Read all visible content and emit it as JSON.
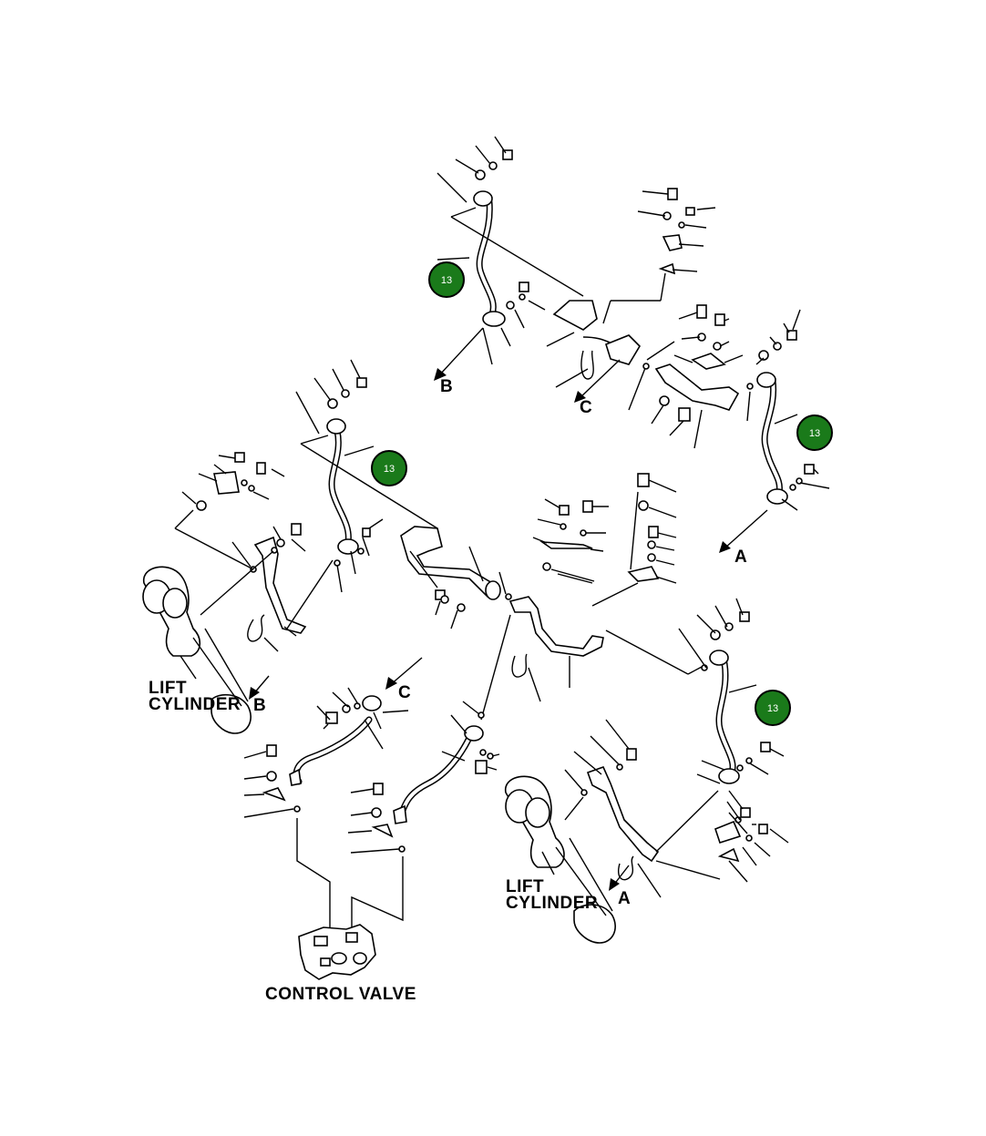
{
  "labels": {
    "lift_cylinder_left_line1": "LIFT",
    "lift_cylinder_left_line2": "CYLINDER",
    "lift_cylinder_right_line1": "LIFT",
    "lift_cylinder_right_line2": "CYLINDER",
    "control_valve": "CONTROL VALVE"
  },
  "arrow_refs": {
    "b_top": "B",
    "c_top": "C",
    "a_mid_right": "A",
    "b_left": "B",
    "c_mid": "C",
    "a_bottom": "A"
  },
  "callouts": [
    {
      "id": "callout-1",
      "number": "13"
    },
    {
      "id": "callout-2",
      "number": "13"
    },
    {
      "id": "callout-3",
      "number": "13"
    },
    {
      "id": "callout-4",
      "number": "13"
    }
  ],
  "colors": {
    "callout_fill": "#1a7a1a",
    "callout_border": "#000000",
    "line": "#000000",
    "background": "#ffffff"
  }
}
